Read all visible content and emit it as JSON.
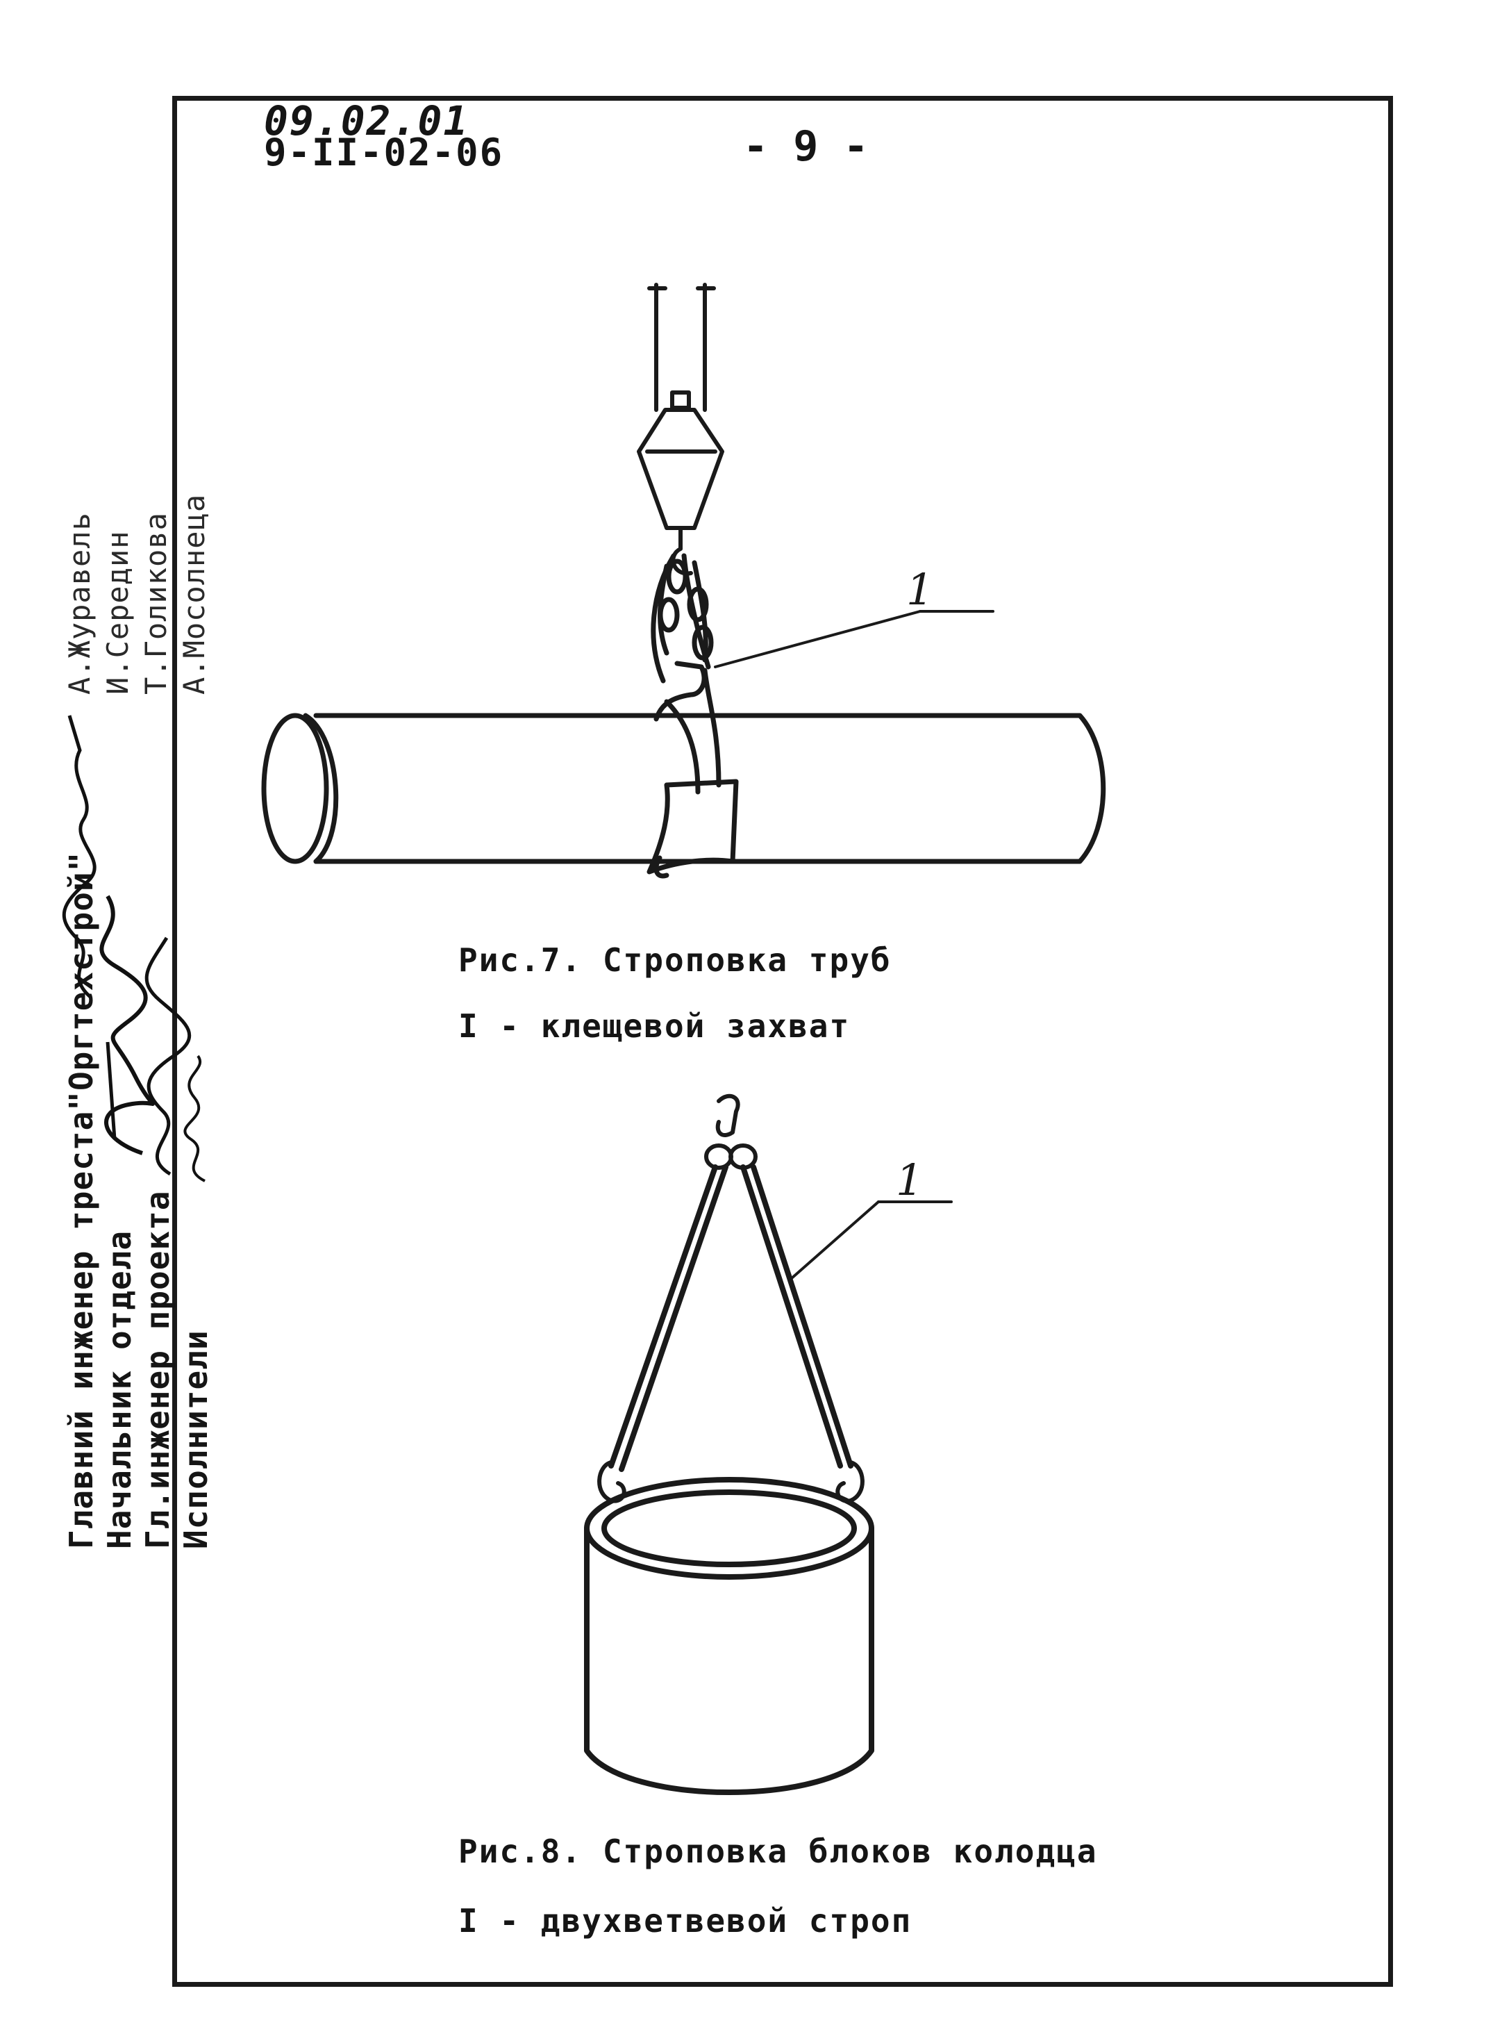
{
  "header": {
    "date_stamp": "09.02.01",
    "doc_code": "9-II-02-06",
    "page_number": "- 9 -"
  },
  "approval_block": {
    "roles": [
      "Главний инженер треста\"Оргтехстрой\"",
      "Начальник отдела",
      "Гл.инженер проекта",
      "Исполнители"
    ],
    "names": [
      "А.Журавель",
      "И.Середин",
      "Т.Голикова",
      "А.Мосолнеца"
    ]
  },
  "figures": [
    {
      "caption": "Рис.7. Строповка труб",
      "legend": "I - клещевой захват",
      "callout_label": "1"
    },
    {
      "caption": "Рис.8. Строповка блоков колодца",
      "legend": "I - двухветвевой строп",
      "callout_label": "1"
    }
  ]
}
